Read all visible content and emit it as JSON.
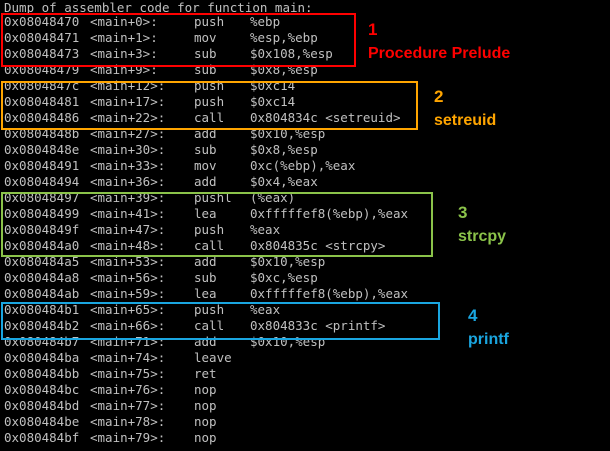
{
  "terminal": {
    "header": "Dump of assembler code for function main:",
    "lines": [
      {
        "addr": "0x08048470",
        "sym": "<main+0>:",
        "op": "push",
        "arg": "%ebp"
      },
      {
        "addr": "0x08048471",
        "sym": "<main+1>:",
        "op": "mov",
        "arg": "%esp,%ebp"
      },
      {
        "addr": "0x08048473",
        "sym": "<main+3>:",
        "op": "sub",
        "arg": "$0x108,%esp"
      },
      {
        "addr": "0x08048479",
        "sym": "<main+9>:",
        "op": "sub",
        "arg": "$0x8,%esp"
      },
      {
        "addr": "0x0804847c",
        "sym": "<main+12>:",
        "op": "push",
        "arg": "$0xc14"
      },
      {
        "addr": "0x08048481",
        "sym": "<main+17>:",
        "op": "push",
        "arg": "$0xc14"
      },
      {
        "addr": "0x08048486",
        "sym": "<main+22>:",
        "op": "call",
        "arg": "0x804834c <setreuid>"
      },
      {
        "addr": "0x0804848b",
        "sym": "<main+27>:",
        "op": "add",
        "arg": "$0x10,%esp"
      },
      {
        "addr": "0x0804848e",
        "sym": "<main+30>:",
        "op": "sub",
        "arg": "$0x8,%esp"
      },
      {
        "addr": "0x08048491",
        "sym": "<main+33>:",
        "op": "mov",
        "arg": "0xc(%ebp),%eax"
      },
      {
        "addr": "0x08048494",
        "sym": "<main+36>:",
        "op": "add",
        "arg": "$0x4,%eax"
      },
      {
        "addr": "0x08048497",
        "sym": "<main+39>:",
        "op": "pushl",
        "arg": "(%eax)"
      },
      {
        "addr": "0x08048499",
        "sym": "<main+41>:",
        "op": "lea",
        "arg": "0xfffffef8(%ebp),%eax"
      },
      {
        "addr": "0x0804849f",
        "sym": "<main+47>:",
        "op": "push",
        "arg": "%eax"
      },
      {
        "addr": "0x080484a0",
        "sym": "<main+48>:",
        "op": "call",
        "arg": "0x804835c <strcpy>"
      },
      {
        "addr": "0x080484a5",
        "sym": "<main+53>:",
        "op": "add",
        "arg": "$0x10,%esp"
      },
      {
        "addr": "0x080484a8",
        "sym": "<main+56>:",
        "op": "sub",
        "arg": "$0xc,%esp"
      },
      {
        "addr": "0x080484ab",
        "sym": "<main+59>:",
        "op": "lea",
        "arg": "0xfffffef8(%ebp),%eax"
      },
      {
        "addr": "0x080484b1",
        "sym": "<main+65>:",
        "op": "push",
        "arg": "%eax"
      },
      {
        "addr": "0x080484b2",
        "sym": "<main+66>:",
        "op": "call",
        "arg": "0x804833c <printf>"
      },
      {
        "addr": "0x080484b7",
        "sym": "<main+71>:",
        "op": "add",
        "arg": "$0x10,%esp"
      },
      {
        "addr": "0x080484ba",
        "sym": "<main+74>:",
        "op": "leave",
        "arg": ""
      },
      {
        "addr": "0x080484bb",
        "sym": "<main+75>:",
        "op": "ret",
        "arg": ""
      },
      {
        "addr": "0x080484bc",
        "sym": "<main+76>:",
        "op": "nop",
        "arg": ""
      },
      {
        "addr": "0x080484bd",
        "sym": "<main+77>:",
        "op": "nop",
        "arg": ""
      },
      {
        "addr": "0x080484be",
        "sym": "<main+78>:",
        "op": "nop",
        "arg": ""
      },
      {
        "addr": "0x080484bf",
        "sym": "<main+79>:",
        "op": "nop",
        "arg": ""
      }
    ]
  },
  "annotations": [
    {
      "number": "1",
      "label": "Procedure Prelude",
      "color": "#ff0000"
    },
    {
      "number": "2",
      "label": "setreuid",
      "color": "#ffa500"
    },
    {
      "number": "3",
      "label": "strcpy",
      "color": "#8bc34a"
    },
    {
      "number": "4",
      "label": "printf",
      "color": "#1aa6e0"
    }
  ]
}
